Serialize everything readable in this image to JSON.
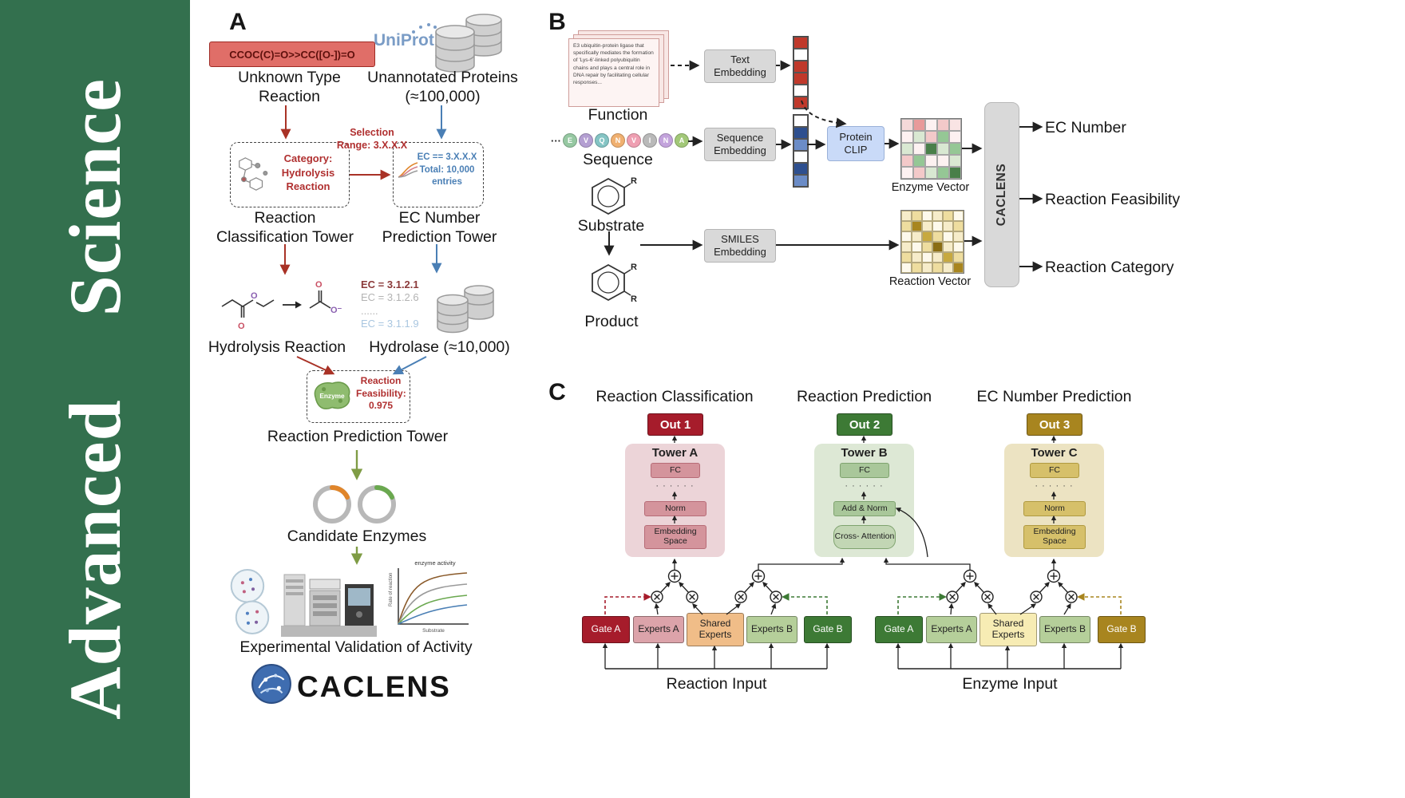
{
  "sidebar": {
    "title": "Advanced Science"
  },
  "panelA": {
    "label": "A",
    "smiles_reaction": "CCOC(C)=O>>CC([O-])=O",
    "unknown_reaction_label": "Unknown Type Reaction",
    "uniprot_label": "UniProt",
    "unannotated_label": "Unannotated Proteins (≈100,000)",
    "category_box": "Category: Hydrolysis Reaction",
    "selection_label": "Selection Range: 3.X.X.X",
    "ec_box_line1": "EC == 3.X.X.X",
    "ec_box_line2": "Total: 10,000 entries",
    "classification_tower": "Reaction Classification Tower",
    "ec_tower": "EC Number Prediction Tower",
    "hydrolysis_label": "Hydrolysis Reaction",
    "ec_list": [
      "EC = 3.1.2.1",
      "EC = 3.1.2.6",
      "......",
      "EC = 3.1.1.9"
    ],
    "hydrolase_label": "Hydrolase (≈10,000)",
    "enzyme_blob_label": "Enzyme",
    "feasibility_box": "Reaction Feasibility: 0.975",
    "prediction_tower": "Reaction Prediction Tower",
    "candidate_label": "Candidate Enzymes",
    "graph_title": "enzyme activity",
    "graph_ylabel": "Rate of reaction",
    "graph_xlabel": "Substrate",
    "validation_label": "Experimental Validation of Activity",
    "logo_text": "CACLENS"
  },
  "panelB": {
    "label": "B",
    "function_paper_text": "E3 ubiquitin-protein ligase that specifically mediates the formation of 'Lys-6'-linked polyubiquitin chains and plays a central role in DNA repair by facilitating cellular responses...",
    "function_label": "Function",
    "text_embedding": "Text Embedding",
    "sequence_dots_left": "···",
    "sequence_dots_right": "···",
    "sequence_letters": [
      "E",
      "V",
      "Q",
      "N",
      "V",
      "I",
      "N",
      "A"
    ],
    "sequence_letter_colors": [
      "#96c8a2",
      "#b49fd2",
      "#84c4c4",
      "#f0b070",
      "#ef9fb2",
      "#b9b9b9",
      "#c3a3dc",
      "#a2c878"
    ],
    "sequence_label": "Sequence",
    "sequence_embedding": "Sequence Embedding",
    "protein_clip": "Protein CLIP",
    "enzyme_vector_label": "Enzyme Vector",
    "substrate_label": "Substrate",
    "product_label": "Product",
    "smiles_embedding": "SMILES Embedding",
    "reaction_vector_label": "Reaction Vector",
    "caclens_label": "CACLENS",
    "outputs": [
      "EC Number",
      "Reaction Feasibility",
      "Reaction Category"
    ],
    "text_vector_cells": [
      "#c0392b",
      "#ffffff",
      "#c0392b",
      "#c0392b",
      "#ffffff",
      "#c0392b"
    ],
    "sequence_vector_cells": [
      "#ffffff",
      "#2e4f8f",
      "#6b8cc7",
      "#ffffff",
      "#2e4f8f",
      "#6b8cc7"
    ],
    "enzyme_vector_grid": [
      [
        "#f5d9d9",
        "#e89a9a",
        "#fdf1f1",
        "#f3c9c9",
        "#f9e4e4"
      ],
      [
        "#fdf1f1",
        "#d9e8d2",
        "#f3c9c9",
        "#95c795",
        "#fdf1f1"
      ],
      [
        "#d9e8d2",
        "#fdf1f1",
        "#497f49",
        "#d9e8d2",
        "#95c795"
      ],
      [
        "#f3c9c9",
        "#95c795",
        "#fdf1f1",
        "#fdf1f1",
        "#d9e8d2"
      ],
      [
        "#fdf1f1",
        "#f3c9c9",
        "#d9e8d2",
        "#95c795",
        "#497f49"
      ]
    ],
    "reaction_vector_grid": [
      [
        "#f6ecca",
        "#eedd9f",
        "#fdf9ec",
        "#f6ecca",
        "#eedd9f",
        "#fdf9ec"
      ],
      [
        "#eedd9f",
        "#a8851f",
        "#f6ecca",
        "#fdf9ec",
        "#f6ecca",
        "#eedd9f"
      ],
      [
        "#fdf9ec",
        "#f6ecca",
        "#c7a93f",
        "#eedd9f",
        "#fdf9ec",
        "#f6ecca"
      ],
      [
        "#f6ecca",
        "#fdf9ec",
        "#eedd9f",
        "#8a6d14",
        "#f6ecca",
        "#fdf9ec"
      ],
      [
        "#eedd9f",
        "#f6ecca",
        "#fdf9ec",
        "#f6ecca",
        "#c7a93f",
        "#eedd9f"
      ],
      [
        "#fdf9ec",
        "#eedd9f",
        "#f6ecca",
        "#eedd9f",
        "#f6ecca",
        "#a8851f"
      ]
    ]
  },
  "panelC": {
    "label": "C",
    "headers": [
      "Reaction Classification",
      "Reaction Prediction",
      "EC Number Prediction"
    ],
    "outs": [
      "Out 1",
      "Out 2",
      "Out 3"
    ],
    "towers": [
      {
        "name": "Tower A",
        "fc": "FC",
        "dots": "· · · · · ·",
        "mid": "Norm",
        "bottom": "Embedding Space"
      },
      {
        "name": "Tower B",
        "fc": "FC",
        "dots": "· · · · · ·",
        "mid": "Add & Norm",
        "bottom": "Cross- Attention"
      },
      {
        "name": "Tower C",
        "fc": "FC",
        "dots": "· · · · · ·",
        "mid": "Norm",
        "bottom": "Embedding Space"
      }
    ],
    "experts_left": [
      "Gate A",
      "Experts A",
      "Shared Experts",
      "Experts B",
      "Gate B"
    ],
    "experts_right": [
      "Gate A",
      "Experts A",
      "Shared Experts",
      "Experts B",
      "Gate B"
    ],
    "input_labels": [
      "Reaction Input",
      "Enzyme Input"
    ]
  },
  "palette": {
    "banner_green": "#33704e",
    "reaction_red": "#a93226",
    "protein_blue": "#4a7fb5",
    "enzyme_green": "#7f9c45",
    "gate_a_red": "#a61c2b",
    "gate_b_green": "#3d7a35",
    "gate_gold": "#a8851f",
    "tower_a_pink": "#ecd4d8",
    "tower_b_green": "#dde8d5",
    "tower_c_tan": "#ece3c2"
  }
}
